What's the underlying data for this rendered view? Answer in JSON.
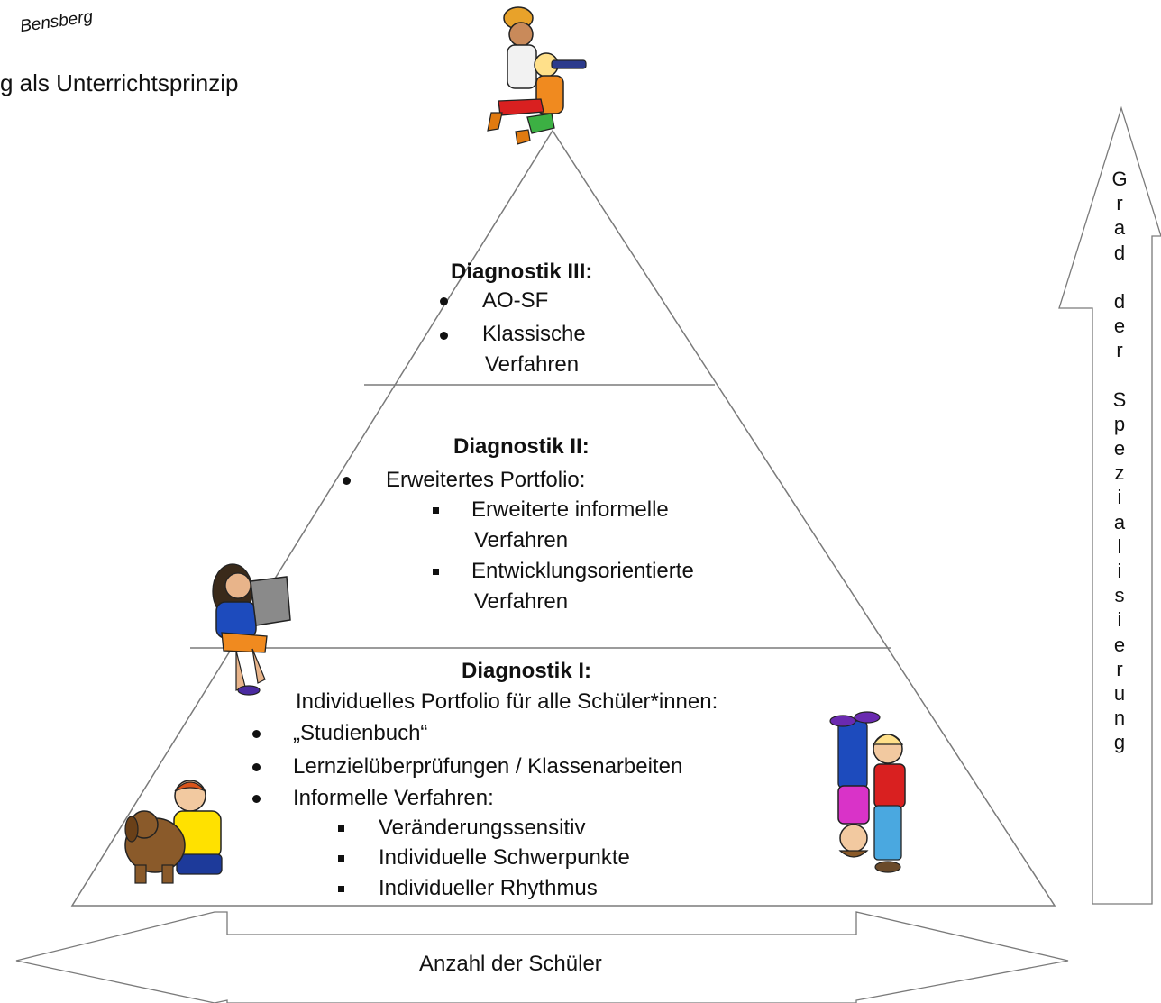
{
  "logo_text": "Bensberg",
  "header_fragment": "g als Unterrichtsprinzip",
  "level3": {
    "heading": "Diagnostik III:",
    "items": [
      "AO-SF",
      "Klassische",
      "Verfahren"
    ]
  },
  "level2": {
    "heading": "Diagnostik II:",
    "item": "Erweitertes Portfolio:",
    "subitems": [
      "Erweiterte informelle",
      "Verfahren",
      "Entwicklungsorientierte",
      "Verfahren"
    ]
  },
  "level1": {
    "heading": "Diagnostik I:",
    "intro": "Individuelles Portfolio für alle Schüler*innen:",
    "items": [
      "„Studienbuch“",
      "Lernzielüberprüfungen / Klassenarbeiten",
      "Informelle Verfahren:"
    ],
    "subitems": [
      "Veränderungssensitiv",
      "Individuelle Schwerpunkte",
      "Individueller Rhythmus"
    ]
  },
  "vertical_arrow_label": [
    "G",
    "r",
    "a",
    "d",
    "",
    "d",
    "e",
    "r",
    "",
    "S",
    "p",
    "e",
    "z",
    "i",
    "a",
    "l",
    "i",
    "s",
    "i",
    "e",
    "r",
    "u",
    "n",
    "g"
  ],
  "horizontal_arrow_label": "Anzahl der Schüler"
}
